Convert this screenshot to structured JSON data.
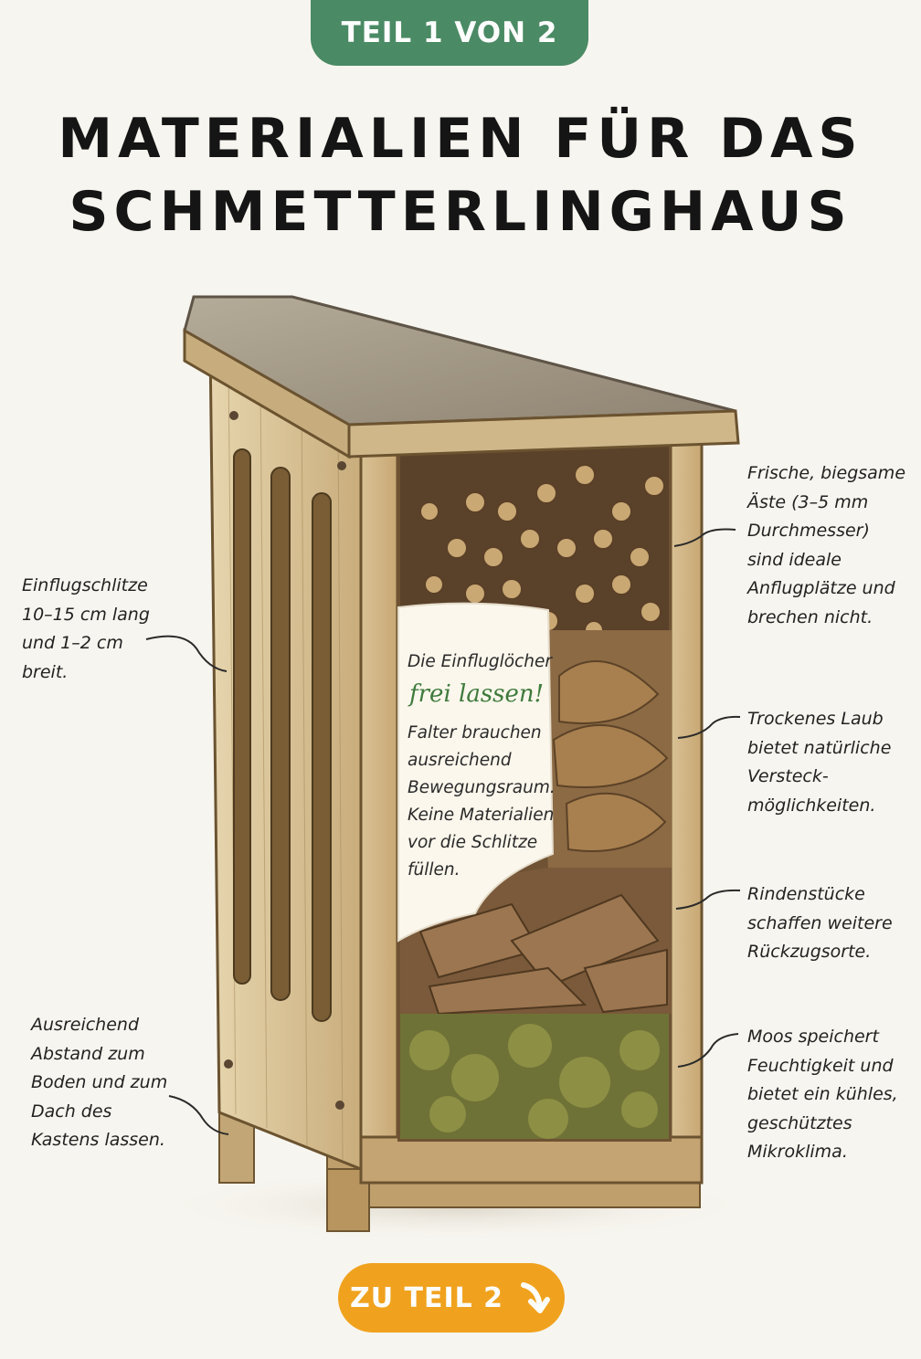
{
  "badge": {
    "label": "TEIL 1 VON 2"
  },
  "title": {
    "line1": "MATERIALIEN FÜR DAS",
    "line2": "SCHMETTERLINGHAUS"
  },
  "labels": {
    "slits": "Einflugschlitze\n10–15 cm lang\nund 1–2 cm\nbreit.",
    "distance": "Ausreichend\nAbstand zum\nBoden und zum\nDach des\nKastens lassen.",
    "branches": "Frische, biegsame\nÄste (3–5 mm\nDurchmesser)\nsind ideale\nAnflugplätze und\nbrechen nicht.",
    "leaves": "Trockenes Laub\nbietet natürliche\nVersteck-\nmöglichkeiten.",
    "bark": "Rindenstücke\nschaffen weitere\nRückzugsorte.",
    "moss": "Moos speichert\nFeuchtigkeit und\nbietet ein kühles,\ngeschütztes\nMikroklima."
  },
  "callout": {
    "intro": "Die Einfluglöcher",
    "highlight": "frei lassen!",
    "body": "Falter brauchen\nausreichend\nBewegungsraum.\nKeine Materialien\nvor die Schlitze\nfüllen."
  },
  "next_button": {
    "label": "ZU TEIL 2",
    "icon": "arrow-down-right-icon"
  },
  "colors": {
    "badge": "#4a8a64",
    "button": "#f0a21e",
    "highlight": "#3f7a3c",
    "wood": "#d8c39a"
  }
}
